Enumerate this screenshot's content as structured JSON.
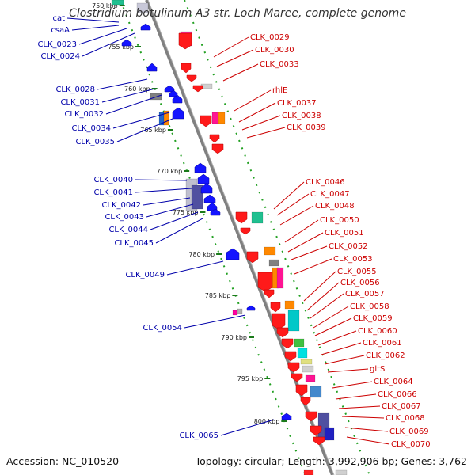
{
  "title": "Clostridium botulinum A3 str. Loch Maree, complete genome",
  "footer": {
    "accession": "Accession: NC_010520",
    "summary": "Topology: circular; Length: 3,992,906 bp; Genes: 3,762"
  },
  "colors": {
    "backbone": "#808080",
    "forward_label": "#cc0000",
    "reverse_label": "#0000aa",
    "tick": "#22a022"
  },
  "scale_marks": [
    "750 kbp",
    "755 kbp",
    "760 kbp",
    "765 kbp",
    "770 kbp",
    "775 kbp",
    "780 kbp",
    "785 kbp",
    "790 kbp",
    "795 kbp",
    "800 kbp"
  ],
  "reverse_genes": [
    "cat",
    "csaA",
    "CLK_0023",
    "CLK_0024",
    "CLK_0028",
    "CLK_0031",
    "CLK_0032",
    "CLK_0034",
    "CLK_0035",
    "CLK_0040",
    "CLK_0041",
    "CLK_0042",
    "CLK_0043",
    "CLK_0044",
    "CLK_0045",
    "CLK_0049",
    "CLK_0054",
    "CLK_0065"
  ],
  "forward_genes": [
    "CLK_0029",
    "CLK_0030",
    "CLK_0033",
    "rhlE",
    "CLK_0037",
    "CLK_0038",
    "CLK_0039",
    "CLK_0046",
    "CLK_0047",
    "CLK_0048",
    "CLK_0050",
    "CLK_0051",
    "CLK_0052",
    "CLK_0053",
    "CLK_0055",
    "CLK_0056",
    "CLK_0057",
    "CLK_0058",
    "CLK_0059",
    "CLK_0060",
    "CLK_0061",
    "CLK_0062",
    "gltS",
    "CLK_0064",
    "CLK_0066",
    "CLK_0067",
    "CLK_0068",
    "CLK_0069",
    "CLK_0070"
  ]
}
